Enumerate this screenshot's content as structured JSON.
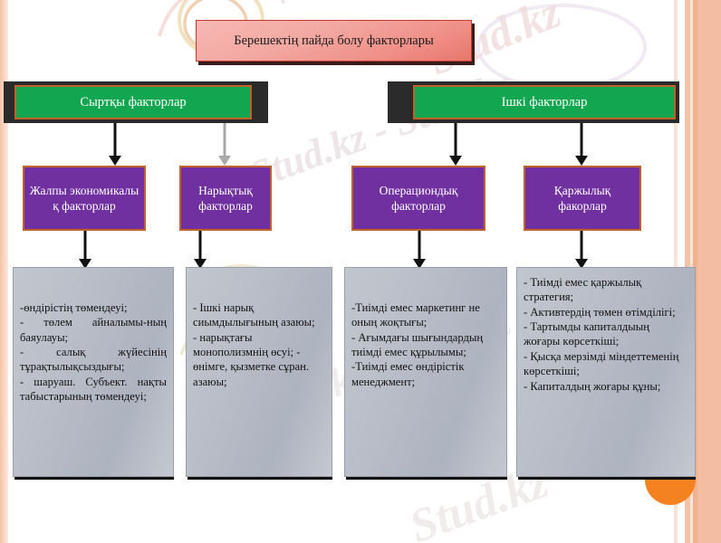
{
  "title": {
    "line1": "Берешектің пайда  болу",
    "line2": "факторлары"
  },
  "levels": {
    "external_label": "Сыртқы факторлар",
    "internal_label": "Ішкі факторлар"
  },
  "categories": [
    {
      "name": "general-economic",
      "label": "Жалпы экономикалы қ факторлар"
    },
    {
      "name": "market",
      "label": "Нарықтық факторлар"
    },
    {
      "name": "operational",
      "label": "Операциондық факторлар"
    },
    {
      "name": "financial",
      "label": "Қаржылық факорлар"
    }
  ],
  "panels": [
    {
      "name": "general-economic-details",
      "lines": [
        "-өндірістің төмендеуі;",
        "- төлем айналымы-ның баяулауы;",
        "- салық жүйесінің тұрақтылықсыздығы;",
        "- шаруаш. Субъект. нақты табыстарының төмендеуі;"
      ]
    },
    {
      "name": "market-details",
      "lines": [
        "- Ішкі нарық сиымдылығының азаюы;",
        "- нарықтағы монополизмнің өсуі; - өнімге, қызметке сұран. азаюы;"
      ]
    },
    {
      "name": "operational-details",
      "lines": [
        "-Тиімді емес маркетинг не оның жоқтығы;",
        "- Ағымдағы шығындардың тиімді емес құрылымы;",
        "-Тиімді емес өндірістік менеджмент;"
      ]
    },
    {
      "name": "financial-details",
      "lines": [
        "- Тиімді емес қаржылық стратегия;",
        "- Активтердің төмен өтімділігі;",
        "- Тартымды капиталдыың жоғары көрсеткіші;",
        "- Қысқа мерзімді міндеттеменің көрсеткіші;",
        "- Капиталдың жоғары құны;"
      ]
    }
  ],
  "watermarks": [
    {
      "name": "watermark-top-right",
      "text": "Stud.kz"
    },
    {
      "name": "watermark-middle",
      "text": "Stud.kz - Stud.kz"
    },
    {
      "name": "watermark-bottom",
      "text": "Stud.kz"
    }
  ],
  "colors": {
    "green": "#12a650",
    "purple": "#7030a0",
    "orange_border": "#c0622a",
    "panel_grey": "#b9bec8",
    "title_pink": "#ef8e86",
    "accent_orange": "#f58220",
    "edge_peach": "#f2b79b"
  }
}
